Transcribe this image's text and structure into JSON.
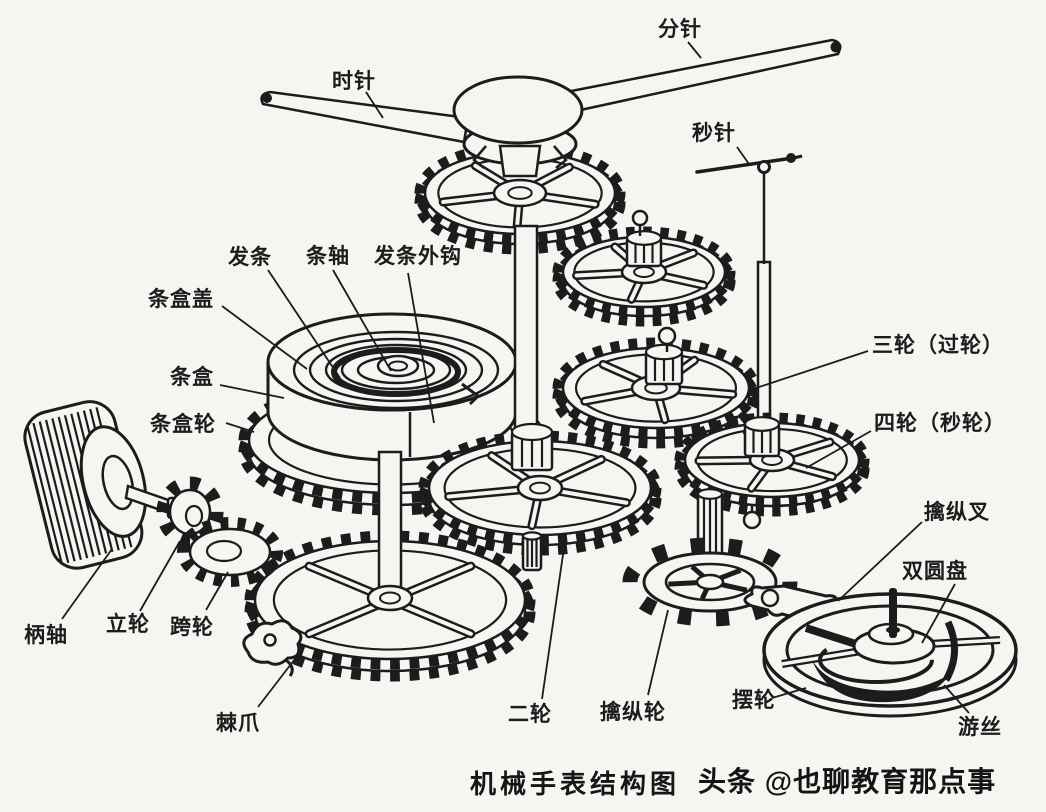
{
  "page": {
    "background": "#f6f5f2",
    "ink": "#1c1c1c"
  },
  "title": "机械手表结构图",
  "watermark": "头条 @也聊教育那点事",
  "labels": {
    "minute_hand": "分针",
    "hour_hand": "时针",
    "second_hand": "秒针",
    "mainspring": "发条",
    "barrel_arbor": "条轴",
    "mainspring_outer_hook": "发条外钩",
    "barrel_cover": "条盒盖",
    "barrel": "条盒",
    "barrel_wheel": "条盒轮",
    "third_wheel": "三轮（过轮）",
    "fourth_wheel": "四轮（秒轮）",
    "pallet_fork": "擒纵叉",
    "double_roller": "双圆盘",
    "balance_wheel": "摆轮",
    "hairspring": "游丝",
    "winding_stem": "柄轴",
    "crown_wheel": "立轮",
    "intermediate_wheel": "跨轮",
    "click": "棘爪",
    "center_wheel": "二轮",
    "escape_wheel": "擒纵轮"
  }
}
